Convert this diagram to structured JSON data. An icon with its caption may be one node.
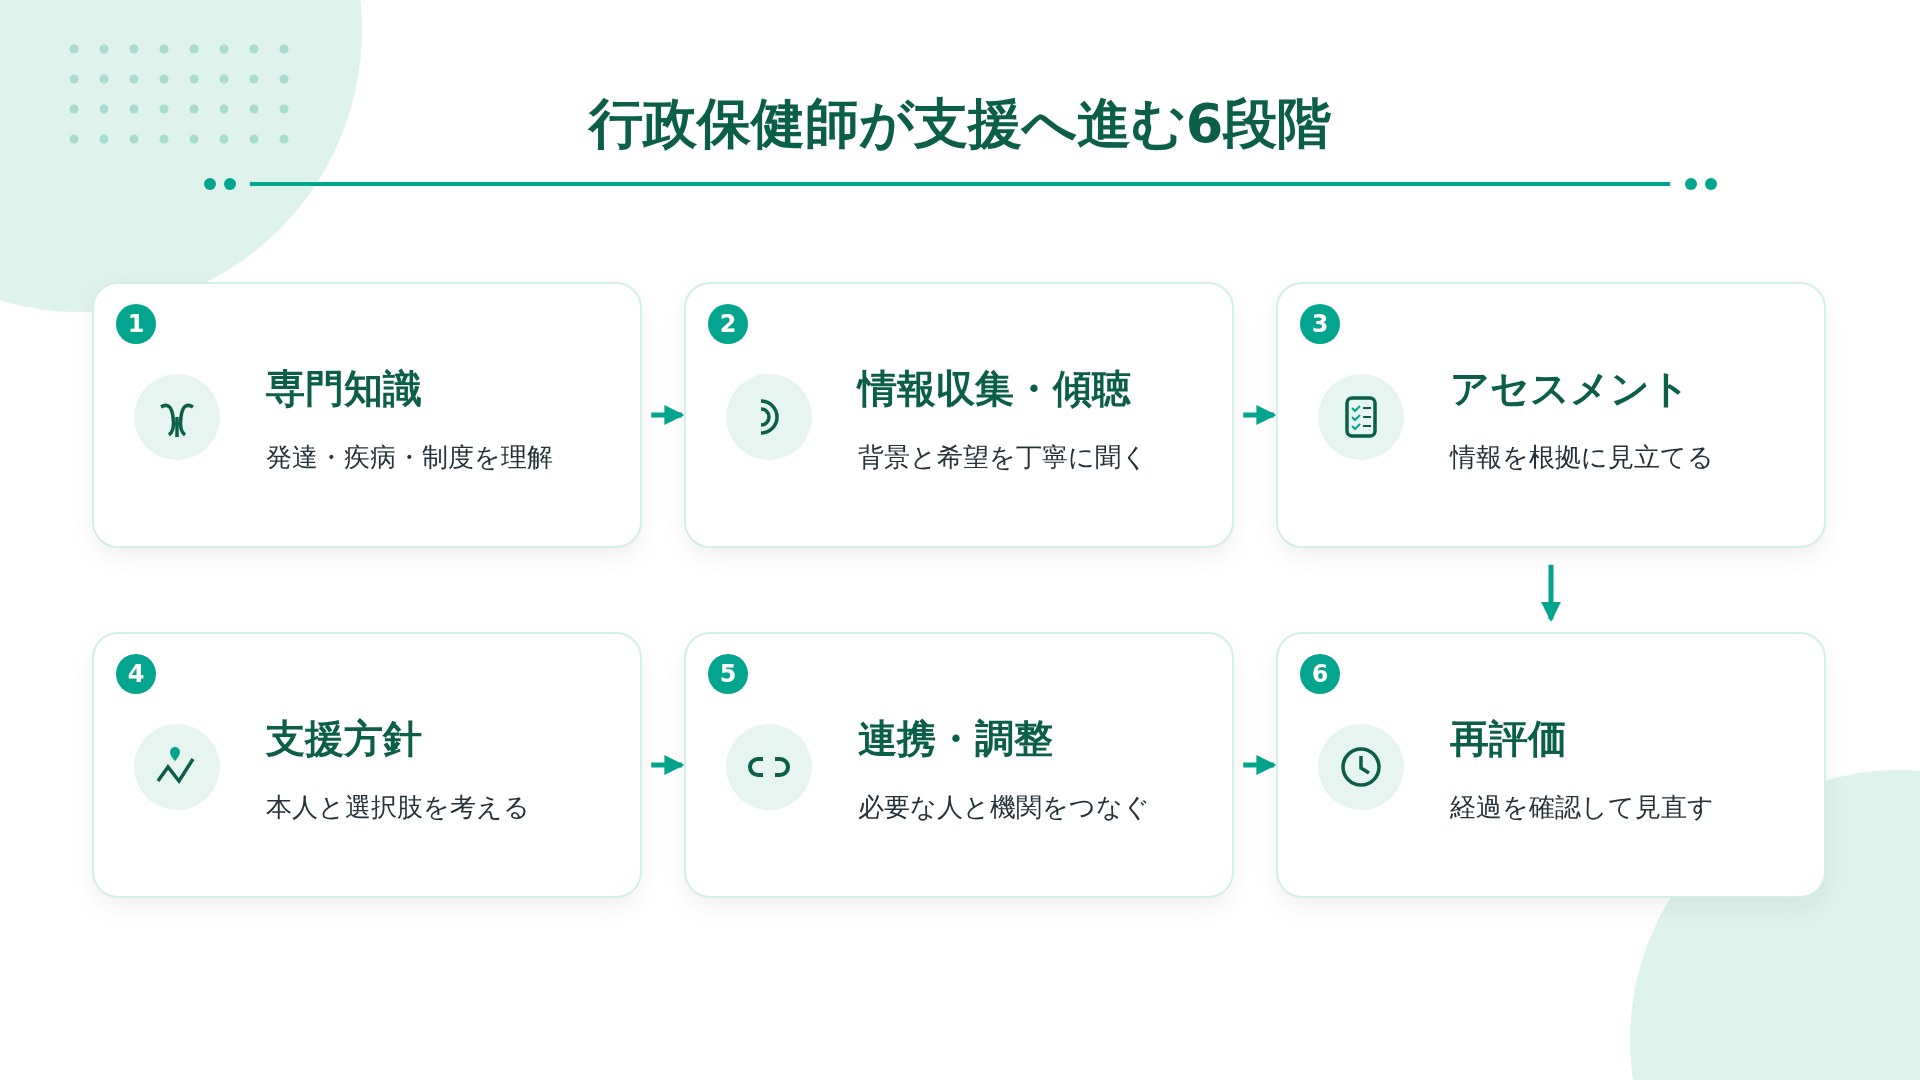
{
  "diagram": {
    "title": "行政保健師が支援へ進む6段階",
    "nodes": [
      {
        "text": [
          "1",
          "専門知識",
          "発達・疾病・制度を理解"
        ]
      },
      {
        "text": [
          "2",
          "情報収集・傾聴",
          "背景と希望を丁寧に聞く"
        ]
      },
      {
        "text": [
          "3",
          "アセスメント",
          "情報を根拠に見立てる"
        ]
      },
      {
        "text": [
          "4",
          "支援方針",
          "本人と選択肢を考える"
        ]
      },
      {
        "text": [
          "5",
          "連携・調整",
          "必要な人と機関をつなぐ"
        ]
      },
      {
        "text": [
          "6",
          "再評価",
          "経過を確認して見直す"
        ]
      }
    ],
    "edges": [
      {
        "from": 0,
        "to": 1,
        "arrow": "to"
      },
      {
        "from": 1,
        "to": 2,
        "arrow": "to"
      },
      {
        "from": 2,
        "to": 5,
        "arrow": "to"
      },
      {
        "from": 3,
        "to": 4,
        "arrow": "to"
      },
      {
        "from": 4,
        "to": 5,
        "arrow": "to"
      }
    ]
  }
}
